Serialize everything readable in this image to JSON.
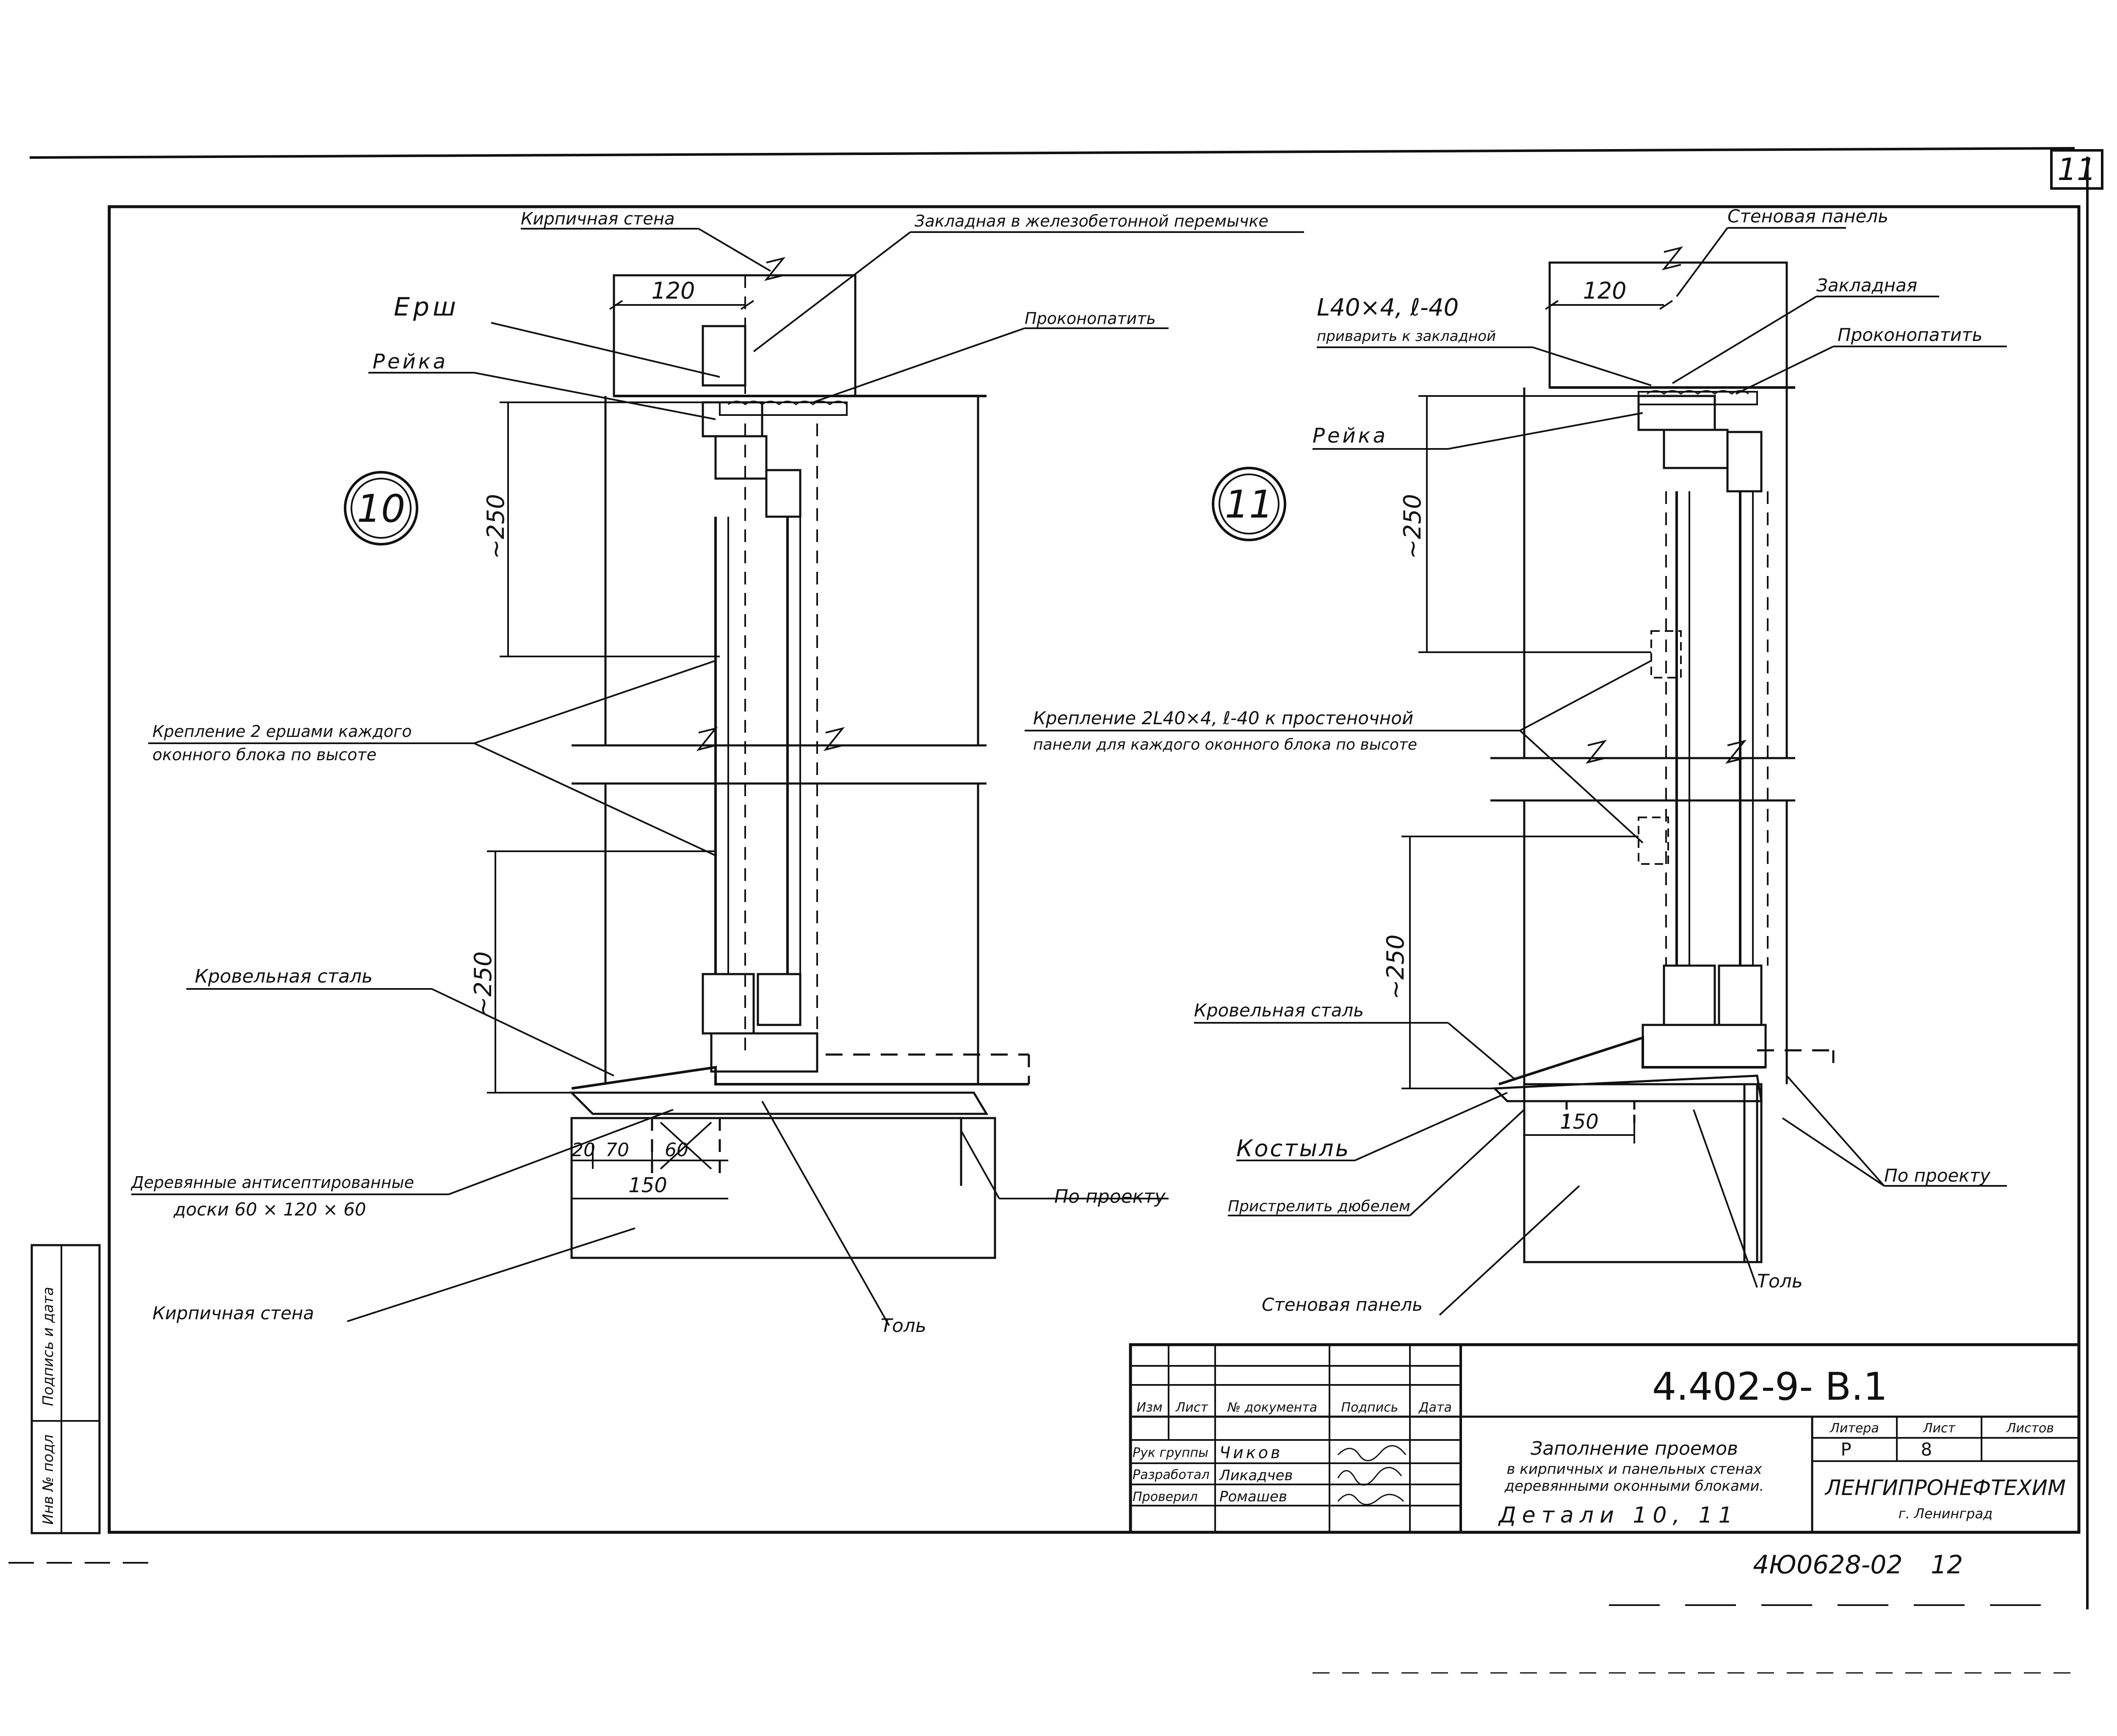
{
  "sheet": {
    "sheet_corner_number": "11",
    "archive_code": "4Ю0628-02",
    "archive_page": "12"
  },
  "left_margin": {
    "signature_date": "Подпись и дата",
    "inv_number": "Инв № подл"
  },
  "detail_10": {
    "marker": "10",
    "labels": {
      "brick_wall_top": "Кирпичная стена",
      "embedded_part": "Закладная в железобетонной перемычке",
      "ersh": "Ерш",
      "rail": "Рейка",
      "caulk": "Проконопатить",
      "dim_120": "120",
      "dim_250_top": "~250",
      "dim_250_bottom": "~250",
      "fastening_line1": "Крепление 2 ершами каждого",
      "fastening_line2": "оконного блока по высоте",
      "roofing_steel": "Кровельная сталь",
      "boards_line1": "Деревянные антисептированные",
      "boards_line2": "доски 60 × 120 × 60",
      "dim_20": "20",
      "dim_70": "70",
      "dim_60": "60",
      "dim_150": "150",
      "by_project": "По проекту",
      "brick_wall_bottom": "Кирпичная стена",
      "tol": "Толь"
    }
  },
  "detail_11": {
    "marker": "11",
    "labels": {
      "wall_panel_top": "Стеновая панель",
      "angle_line1": "L40×4, ℓ-40",
      "angle_line2": "приварить к закладной",
      "embedded": "Закладная",
      "caulk": "Проконопатить",
      "dim_120": "120",
      "rail": "Рейка",
      "dim_250_top": "~250",
      "dim_250_bottom": "~250",
      "fastening_line1": "Крепление 2L40×4, ℓ-40 к простеночной",
      "fastening_line2": "панели для каждого оконного блока по высоте",
      "roofing_steel": "Кровельная сталь",
      "crutch": "Костыль",
      "dim_150": "150",
      "dowel": "Пристрелить дюбелем",
      "by_project": "По проекту",
      "tol": "Толь",
      "wall_panel_bottom": "Стеновая панель"
    }
  },
  "title_block": {
    "code": "4.402-9- В.1",
    "columns": {
      "izm": "Изм",
      "list": "Лист",
      "doc_no": "№ документа",
      "signature": "Подпись",
      "date": "Дата"
    },
    "roles": [
      {
        "role": "Рук группы",
        "name": "Чиков"
      },
      {
        "role": "Разработал",
        "name": "Ликадчев"
      },
      {
        "role": "Проверил",
        "name": "Ромашев"
      }
    ],
    "title_line1": "Заполнение проемов",
    "title_line2": "в кирпичных и панельных стенах",
    "title_line3": "деревянными оконными блоками.",
    "title_line4": "Детали 10, 11",
    "stage_header": "Литера",
    "sheet_header": "Лист",
    "sheets_header": "Листов",
    "stage_value": "Р",
    "sheet_value": "8",
    "organization": "ЛЕНГИПРОНЕФТЕХИМ",
    "city": "г. Ленинград"
  }
}
